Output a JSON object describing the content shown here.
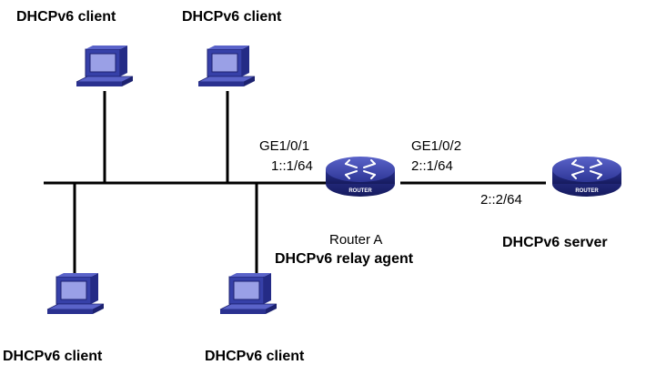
{
  "clients": [
    {
      "label": "DHCPv6 client"
    },
    {
      "label": "DHCPv6 client"
    },
    {
      "label": "DHCPv6 client"
    },
    {
      "label": "DHCPv6 client"
    }
  ],
  "router_a": {
    "device_text": "ROUTER",
    "name": "Router A",
    "role": "DHCPv6 relay agent",
    "iface_left": {
      "name": "GE1/0/1",
      "ip": "1::1/64"
    },
    "iface_right": {
      "name": "GE1/0/2",
      "ip": "2::1/64"
    }
  },
  "server": {
    "device_text": "ROUTER",
    "ip": "2::2/64",
    "role": "DHCPv6 server"
  },
  "colors": {
    "device_blue": "#3640a8",
    "device_dark": "#1d2270",
    "screen": "#9aa0e6",
    "line": "#000000"
  }
}
